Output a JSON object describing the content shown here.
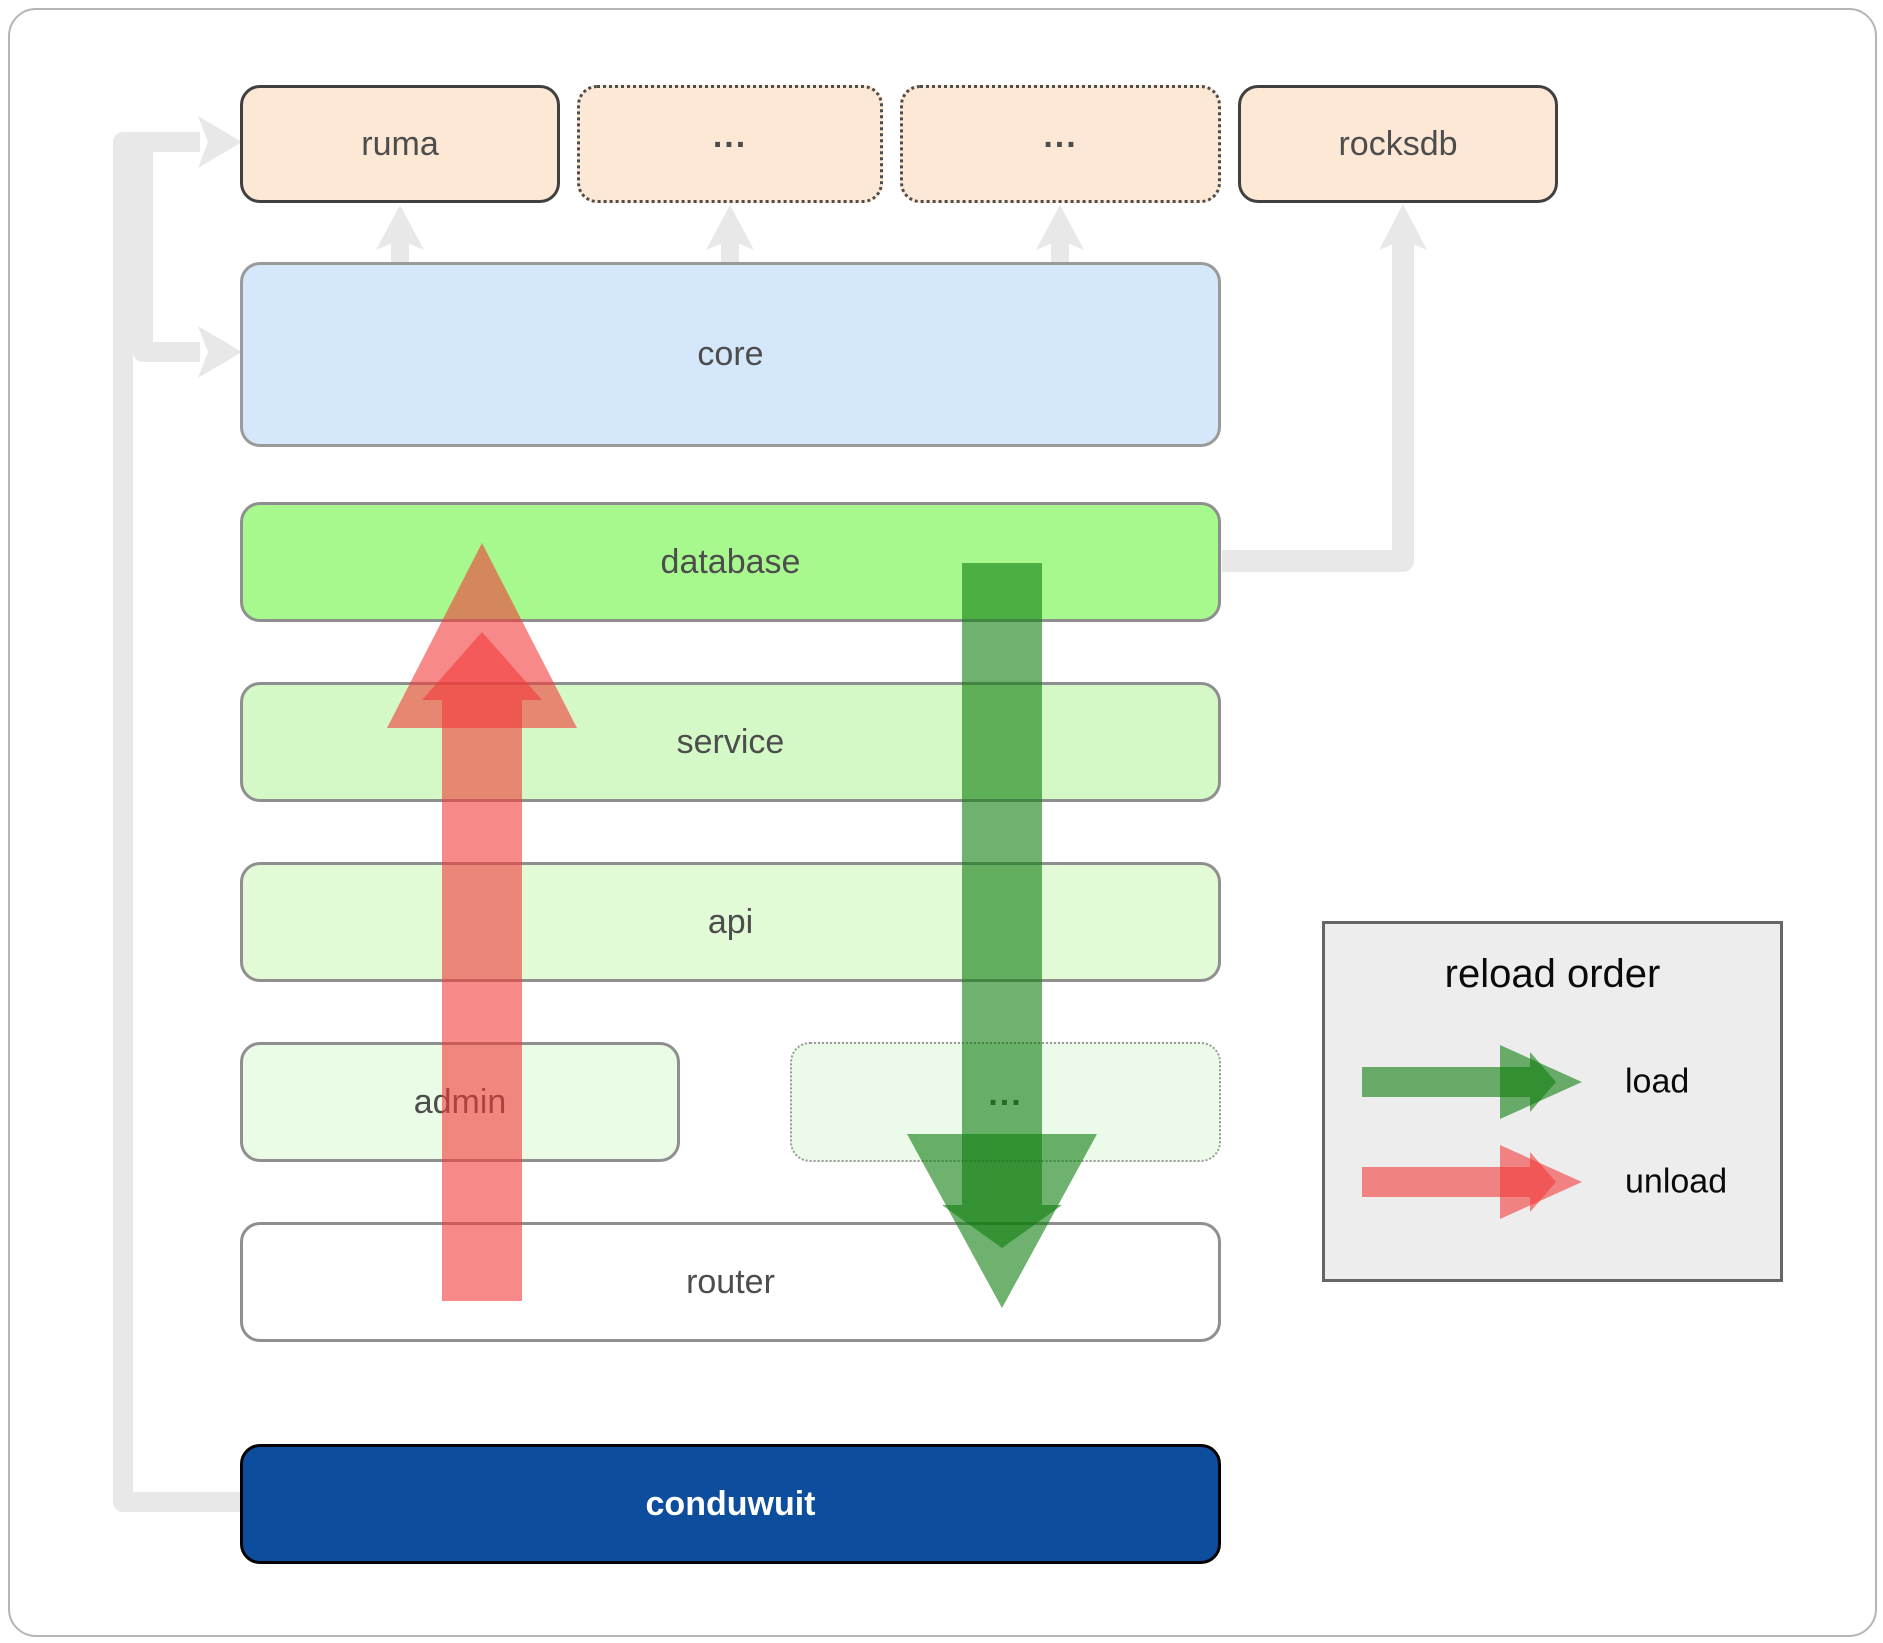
{
  "nodes": {
    "ruma": "ruma",
    "dots_top_1": "...",
    "dots_top_2": "...",
    "rocksdb": "rocksdb",
    "core": "core",
    "database": "database",
    "service": "service",
    "api": "api",
    "admin": "admin",
    "dots_admin": "...",
    "router": "router",
    "conduwuit": "conduwuit"
  },
  "legend": {
    "title": "reload order",
    "load_label": "load",
    "unload_label": "unload"
  },
  "colors": {
    "load_arrow": "#0f7d0f",
    "unload_arrow": "#f13b3b",
    "connector": "#e8e8e8",
    "peach_bg": "#fde7d5",
    "core_bg": "#d5e7fa",
    "database_bg": "#a7f98d",
    "service_bg": "#d5f9c6",
    "api_bg": "#e2fad6",
    "admin_bg": "#eafbe6",
    "router_bg": "#ffffff",
    "conduwuit_bg": "#0c4d9e",
    "legend_bg": "#ededed"
  }
}
